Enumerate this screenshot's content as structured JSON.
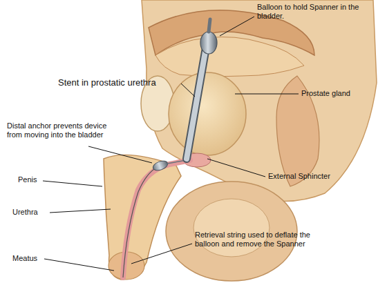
{
  "diagram": {
    "labels": [
      "Balloon to hold Spanner in the bladder.",
      "Stent in prostatic urethra",
      "Prostate gland",
      "Distal anchor prevents device from moving into the bladder",
      "Penis",
      "External Sphincter",
      "Urethra",
      "Retrieval string used to deflate the balloon and remove the Spanner",
      "Meatus"
    ]
  }
}
